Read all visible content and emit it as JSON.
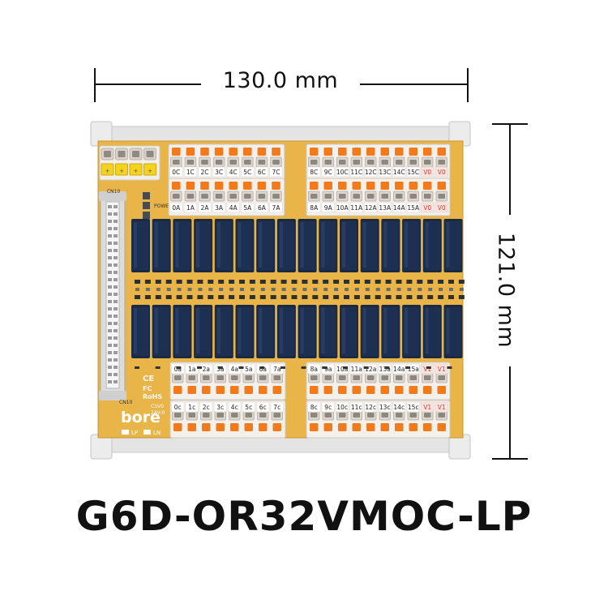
{
  "dimensions": {
    "width_label": "130.0 mm",
    "height_label": "121.0 mm"
  },
  "product": {
    "model": "G6D-OR32VMOC-LP"
  },
  "board": {
    "brand_logo": "bore",
    "connector_label": "CN10",
    "connector_label_bottom": "CN10",
    "power_label": "POWER",
    "rohs_label": "RoHS",
    "marks": [
      "CE",
      "FC"
    ],
    "voltage_lines": [
      "C5V0",
      "24V-0"
    ],
    "legend": [
      "LP",
      "LN"
    ],
    "terminal_rows": {
      "top_left_c": [
        "0C",
        "1C",
        "2C",
        "3C",
        "4C",
        "5C",
        "6C",
        "7C"
      ],
      "top_left_a": [
        "0A",
        "1A",
        "2A",
        "3A",
        "4A",
        "5A",
        "6A",
        "7A"
      ],
      "top_right_c": [
        "8C",
        "9C",
        "10C",
        "11C",
        "12C",
        "13C",
        "14C",
        "15C",
        "V0",
        "V0"
      ],
      "top_right_a": [
        "8A",
        "9A",
        "10A",
        "11A",
        "12A",
        "13A",
        "14A",
        "15A",
        "V0",
        "V0"
      ],
      "bottom_left_a": [
        "0a",
        "1a",
        "2a",
        "3a",
        "4a",
        "5a",
        "6a",
        "7a"
      ],
      "bottom_left_c": [
        "0c",
        "1c",
        "2c",
        "3c",
        "4c",
        "5c",
        "6c",
        "7c"
      ],
      "bottom_right_a": [
        "8a",
        "9a",
        "10a",
        "11a",
        "12a",
        "13a",
        "14a",
        "15a",
        "V1",
        "V1"
      ],
      "bottom_right_c": [
        "8c",
        "9c",
        "10c",
        "11c",
        "12c",
        "13c",
        "14c",
        "15c",
        "V1",
        "V1"
      ]
    },
    "colors": {
      "pcb": "#e9b548",
      "relay": "#1b2a44",
      "terminal_body": "#f4f1ec",
      "lever": "#f07a1c",
      "rail": "#e2e2e2",
      "accent_red": "#e23a2a"
    }
  }
}
